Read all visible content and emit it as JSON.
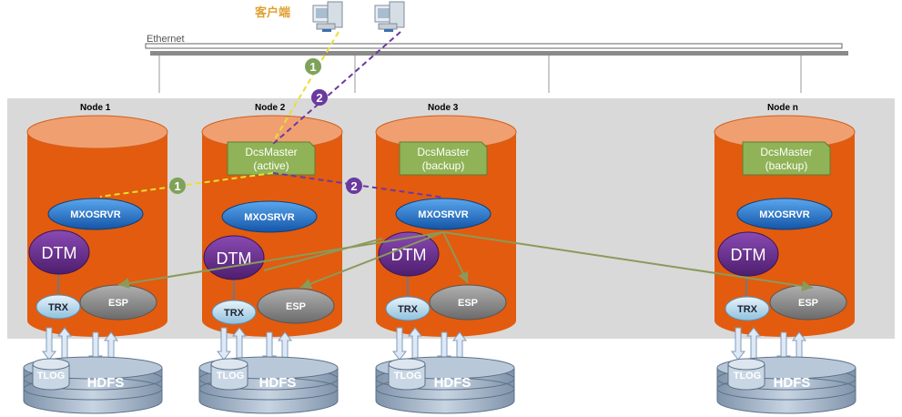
{
  "client_label": "客户端",
  "network_label": "Ethernet",
  "colors": {
    "panel": "#d9d9d9",
    "cylinder_body": "#e35b0e",
    "cylinder_top": "#f0a070",
    "master_box": "#8fb356",
    "mxosrvr": "#1f6fc8",
    "dtm": "#6a2e8f",
    "esp": "#8c8c8c",
    "trx": "#b8d7ea",
    "disk": "#9fb3c8",
    "path_1": "#e6e035",
    "path_2": "#6a3aa0",
    "badge_1": "#7fa25a",
    "arrows": "#8a9a5b"
  },
  "nodes": [
    {
      "label": "Node 1",
      "master": null,
      "master_state": null
    },
    {
      "label": "Node 2",
      "master": "DcsMaster",
      "master_state": "(active)"
    },
    {
      "label": "Node 3",
      "master": "DcsMaster",
      "master_state": "(backup)"
    },
    {
      "label": "Node n",
      "master": "DcsMaster",
      "master_state": "(backup)"
    }
  ],
  "components": {
    "mxosrvr": "MXOSRVR",
    "dtm": "DTM",
    "esp": "ESP",
    "trx": "TRX",
    "tlog": "TLOG",
    "hdfs": "HDFS"
  },
  "paths": {
    "step_1": "1",
    "step_2": "2"
  }
}
